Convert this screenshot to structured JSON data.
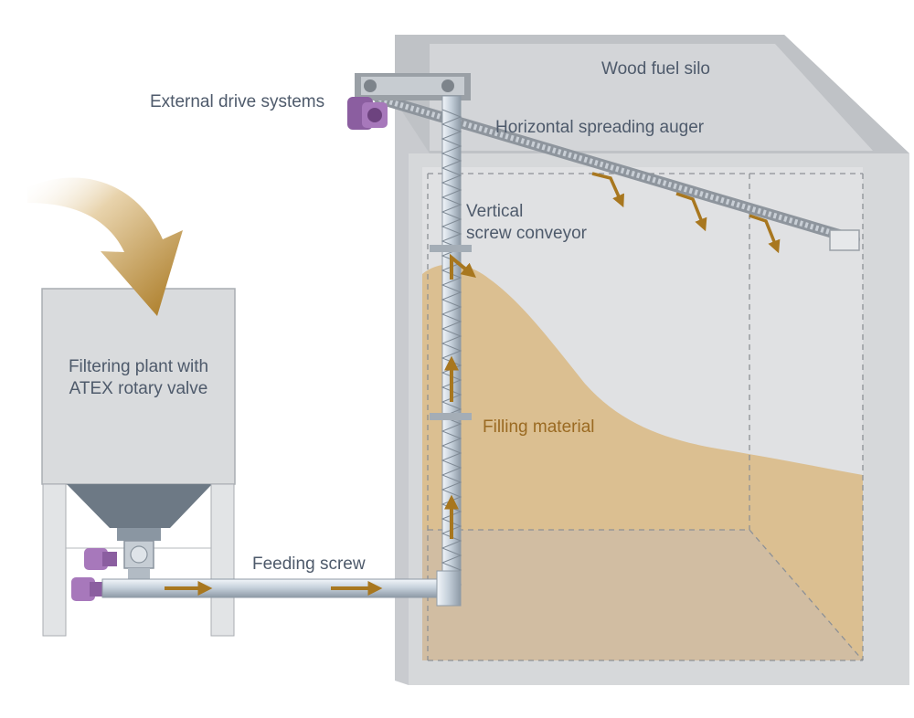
{
  "labels": {
    "silo": "Wood fuel silo",
    "external_drive": "External drive systems",
    "horizontal_auger": "Horizontal spreading auger",
    "vertical_conveyor_line1": "Vertical",
    "vertical_conveyor_line2": "screw conveyor",
    "filtering_plant_line1": "Filtering plant with",
    "filtering_plant_line2": "ATEX rotary valve",
    "filling_material": "Filling material",
    "feeding_screw": "Feeding screw"
  },
  "colors": {
    "silo_outer": "#c2c5c9",
    "silo_inner": "#dcdee0",
    "filling_material": "#d9b883",
    "flow_arrow": "#a8771f",
    "drive_motor": "#8b5ea0",
    "text": "#4e5a6b"
  }
}
